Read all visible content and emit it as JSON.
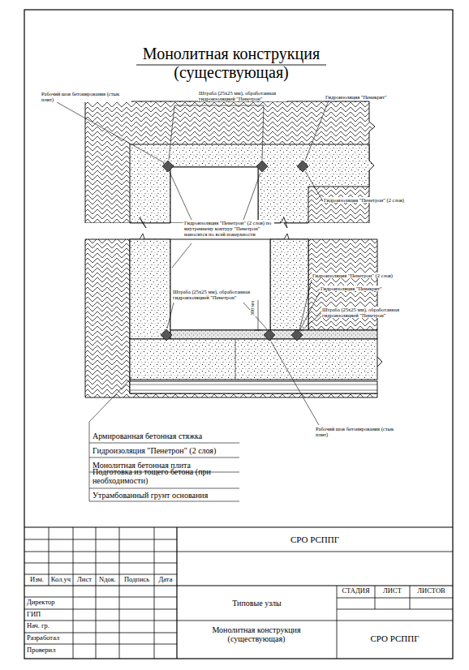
{
  "diagram": {
    "title": "Монолитная конструкция (существующая)",
    "labels": [
      "Рабочий шов бетонирования (стык плит)",
      "Штраба (25х25 мм), обработанная гидроизоляцией \"Пенетрон\"",
      "Гидроизоляция \"Пенекрит\"",
      "Гидроизоляция \"Пенетрон\" (2 слоя)",
      "Гидроизоляция \"Пенетрон\" (2 слоя) по внутреннему контуру \"Пенетрон\" наносится по всей поверхности",
      "300 мм",
      "Штраба (25х25 мм), обработанная гидроизоляцией \"Пенетрон\"",
      "Гидроизоляция \"Пенетрон\" (2 слоя)",
      "Гидроизоляция \"Пенекрит\"",
      "Штраба (25х25 мм), обработанная гидроизоляцией \"Пенетрон\"",
      "Рабочий шов бетонирования (стык плит)",
      "Армированная бетонная стяжка",
      "Гидроизоляция \"Пенетрон\" (2 слоя)",
      "Монолитная бетонная плита",
      "Подготовка из тощего бетона (при необходимости)",
      "Утрамбованный грунт основания",
      "СРО РСППГ",
      "Изм.",
      "Кол.уч",
      "Лист",
      "Nдок.",
      "Подпись",
      "Дата",
      "Директор",
      "ГИП",
      "Нач. гр.",
      "Разработал",
      "Проверил",
      "СТАДИЯ",
      "ЛИСТ",
      "ЛИСТОВ",
      "Типовые узлы",
      "Монолитная конструкция (существующая)",
      "СРО РСППГ"
    ]
  }
}
